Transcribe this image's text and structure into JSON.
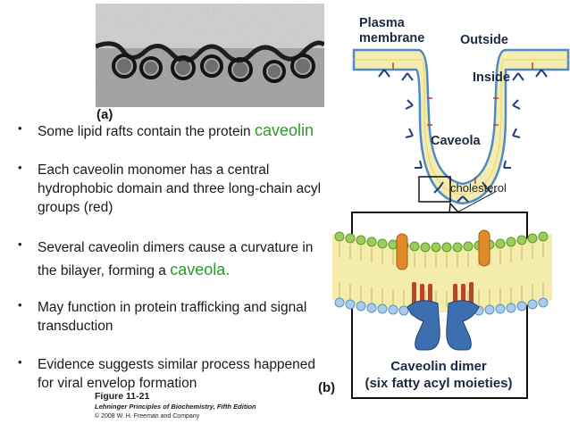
{
  "panel_a_label": "(a)",
  "bullets": [
    {
      "pre": "Some lipid rafts contain the protein ",
      "highlight": "caveolin",
      "post": ""
    },
    {
      "pre": "Each caveolin monomer has a central hydrophobic domain and three long-chain acyl groups (red)",
      "highlight": "",
      "post": ""
    },
    {
      "pre": "Several caveolin dimers cause a curvature in the bilayer, forming a ",
      "highlight": "caveola.",
      "post": ""
    },
    {
      "pre": "May function in protein trafficking and signal transduction",
      "highlight": "",
      "post": ""
    },
    {
      "pre": "Evidence suggests similar process happened for viral envelop formation",
      "highlight": "",
      "post": ""
    }
  ],
  "caption": {
    "figure": "Figure 11-21",
    "book": "Lehninger Principles of Biochemistry, Fifth Edition",
    "copyright": "© 2008 W. H. Freeman and Company"
  },
  "diagram": {
    "plasma_membrane": "Plasma membrane",
    "plasma_line1": "Plasma",
    "plasma_line2": "membrane",
    "outside": "Outside",
    "inside": "Inside",
    "caveola": "Caveola",
    "cholesterol": "cholesterol",
    "dimer_title": "Caveolin dimer",
    "dimer_sub": "(six fatty acyl moieties)",
    "panel_b_label": "(b)"
  },
  "colors": {
    "highlight_green": "#2b9a2b",
    "membrane_fill": "#f4ecad",
    "lipid_head": "#9ccc5b",
    "lipid_head_lower": "#a8cde8",
    "caveolin": "#3d6fb0",
    "acyl_red": "#c0402a",
    "cholesterol": "#e08a2a"
  }
}
